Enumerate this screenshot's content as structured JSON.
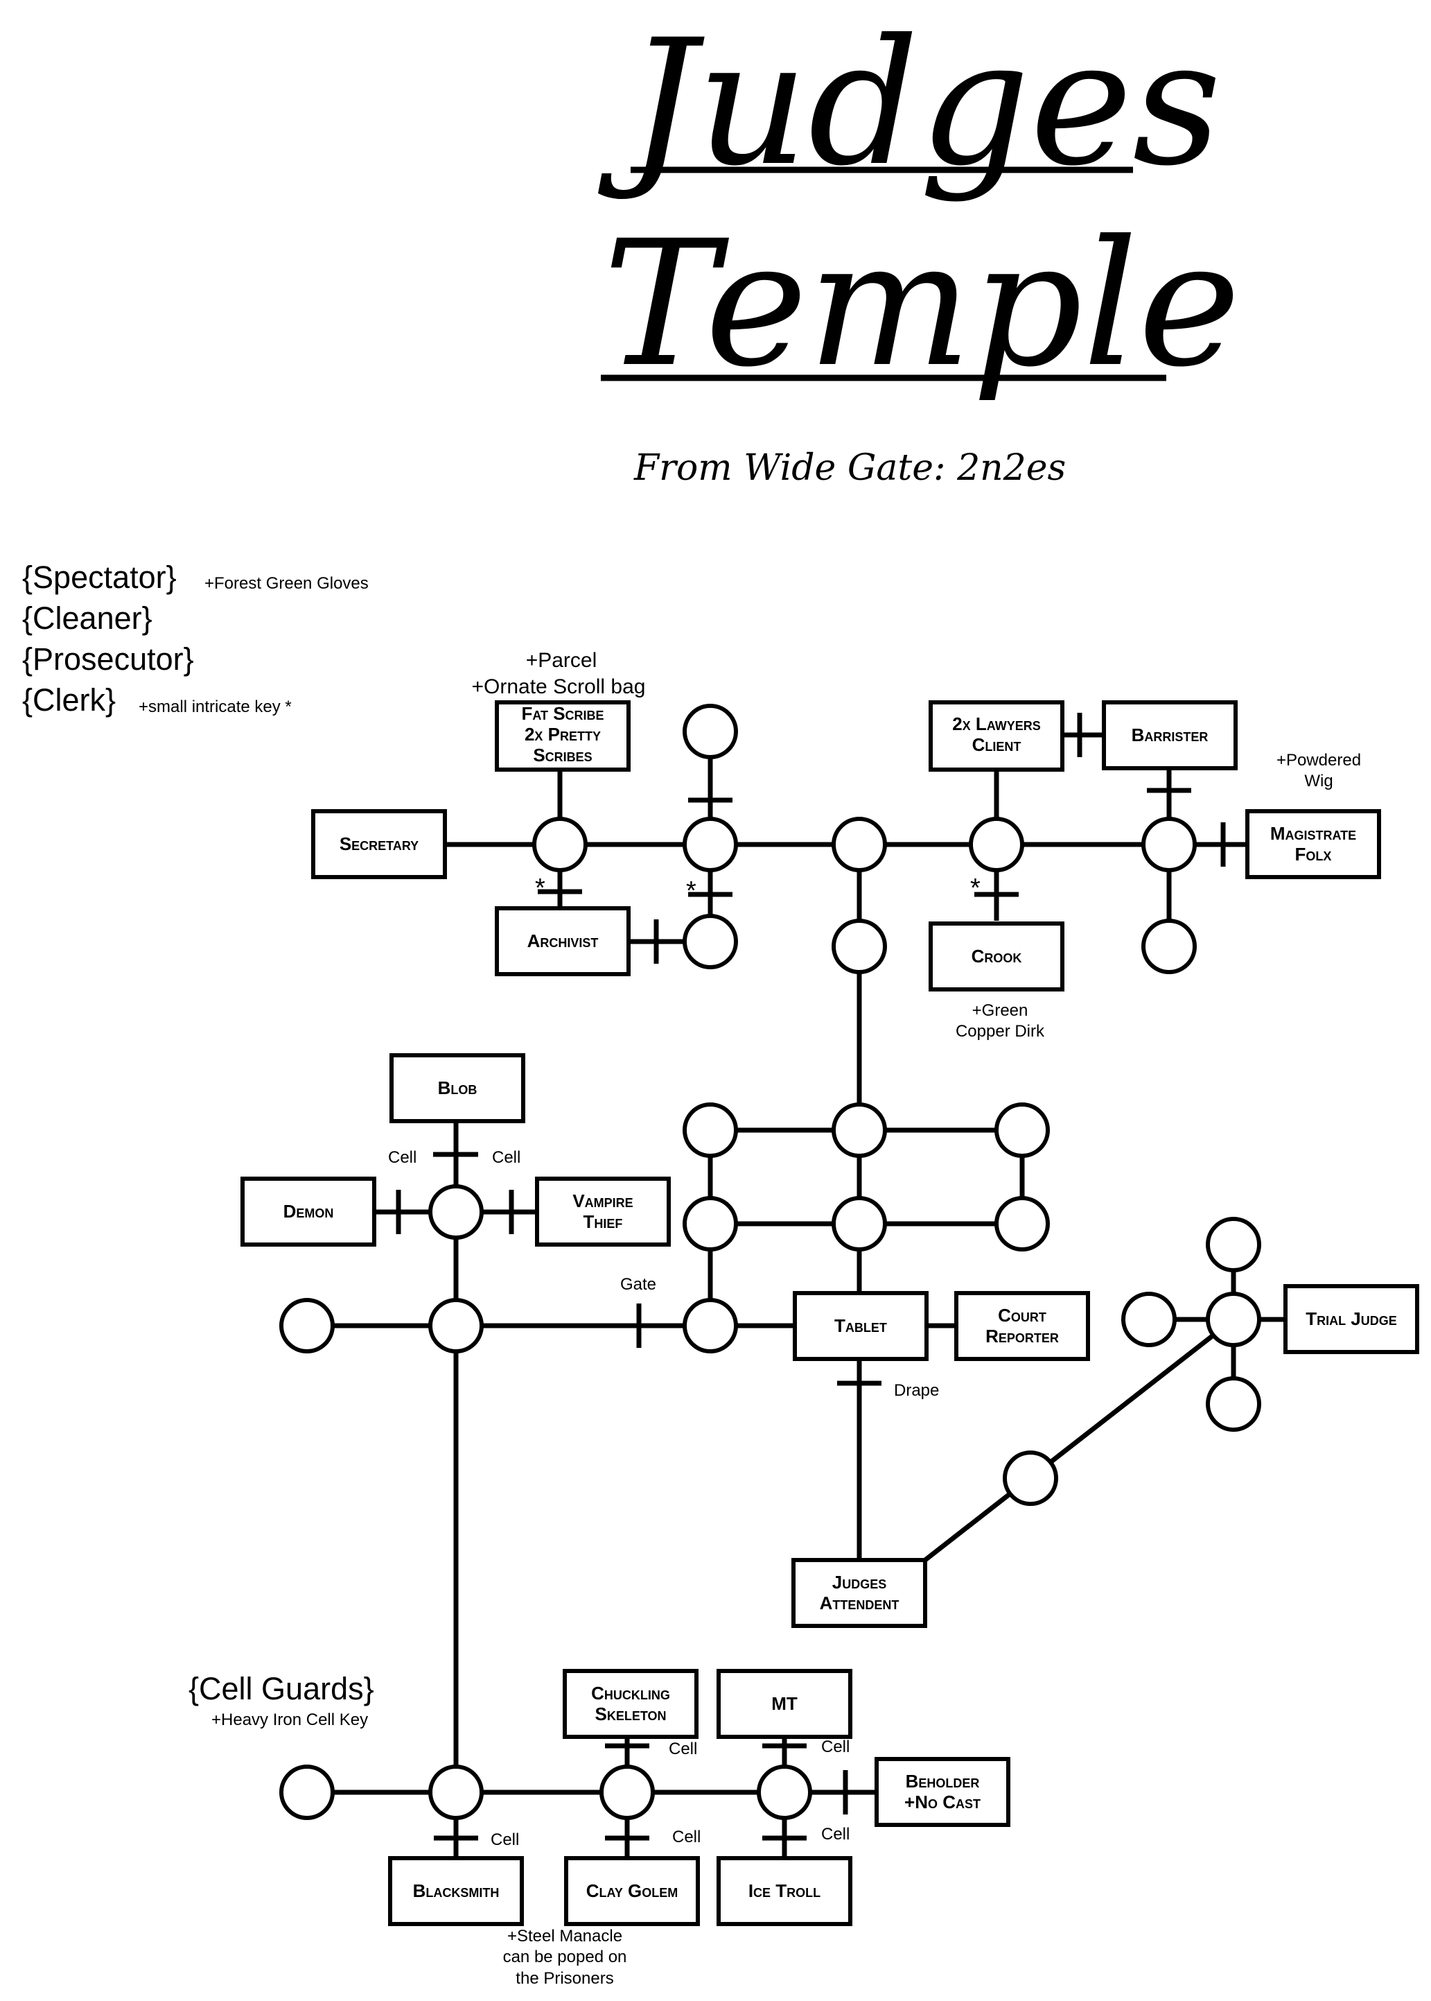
{
  "title": {
    "line1": "Judges",
    "line2": "Temple",
    "subtitle": "From Wide Gate: 2n2es"
  },
  "legend": {
    "roles": [
      "{Spectator}",
      "{Cleaner}",
      "{Prosecutor}",
      "{Clerk}"
    ],
    "spectator_drop": "+Forest Green Gloves",
    "clerk_drop": "+small intricate key *",
    "cell_guards": "{Cell Guards}",
    "cell_guards_drop": "+Heavy Iron Cell Key"
  },
  "rooms": {
    "secretary": [
      "Secretary"
    ],
    "fat_scribe": [
      "Fat Scribe",
      "2x Pretty",
      "Scribes"
    ],
    "archivist": [
      "Archivist"
    ],
    "lawyers": [
      "2x Lawyers",
      "Client"
    ],
    "barrister": [
      "Barrister"
    ],
    "magistrate": [
      "Magistrate",
      "Folx"
    ],
    "crook": [
      "Crook"
    ],
    "blob": [
      "Blob"
    ],
    "demon": [
      "Demon"
    ],
    "vampire": [
      "Vampire",
      "Thief"
    ],
    "tablet": [
      "Tablet"
    ],
    "court_reporter": [
      "Court",
      "Reporter"
    ],
    "trial_judge": [
      "Trial Judge"
    ],
    "judges_attendent": [
      "Judges",
      "Attendent"
    ],
    "chuckling": [
      "Chuckling",
      "Skeleton"
    ],
    "mt": [
      "MT"
    ],
    "beholder": [
      "Beholder",
      "+No Cast"
    ],
    "blacksmith": [
      "Blacksmith"
    ],
    "clay_golem": [
      "Clay Golem"
    ],
    "ice_troll": [
      "Ice Troll"
    ]
  },
  "notes": {
    "parcel": [
      "+Parcel",
      "+Ornate Scroll bag"
    ],
    "wig": [
      "+Powdered",
      "Wig"
    ],
    "dirk": [
      "+Green",
      "Copper Dirk"
    ],
    "manacle": [
      "+Steel Manacle",
      "can be poped on",
      "the Prisoners"
    ]
  },
  "door_labels": {
    "cell": "Cell",
    "gate": "Gate",
    "drape": "Drape",
    "star": "*"
  }
}
